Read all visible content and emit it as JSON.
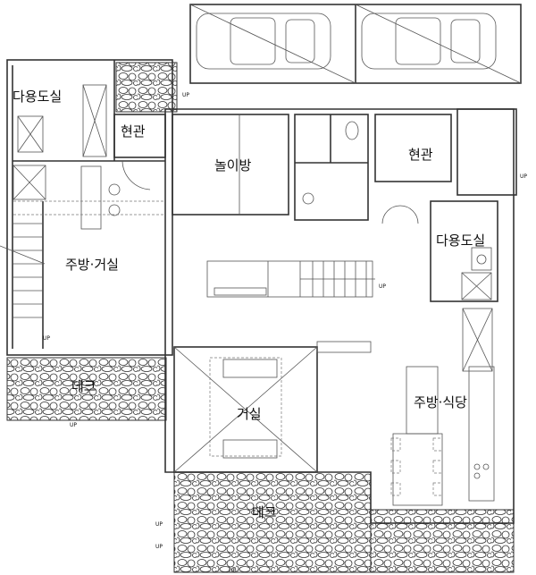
{
  "plan": {
    "rooms": {
      "utility_left": "다용도실",
      "entrance_left": "현관",
      "playroom": "놀이방",
      "entrance_right": "현관",
      "utility_right": "다용도실",
      "kitchen_living": "주방·거실",
      "deck_left": "데크",
      "living": "거실",
      "kitchen_dining": "주방·식당",
      "deck_bottom": "데크"
    },
    "up_label": "UP"
  }
}
